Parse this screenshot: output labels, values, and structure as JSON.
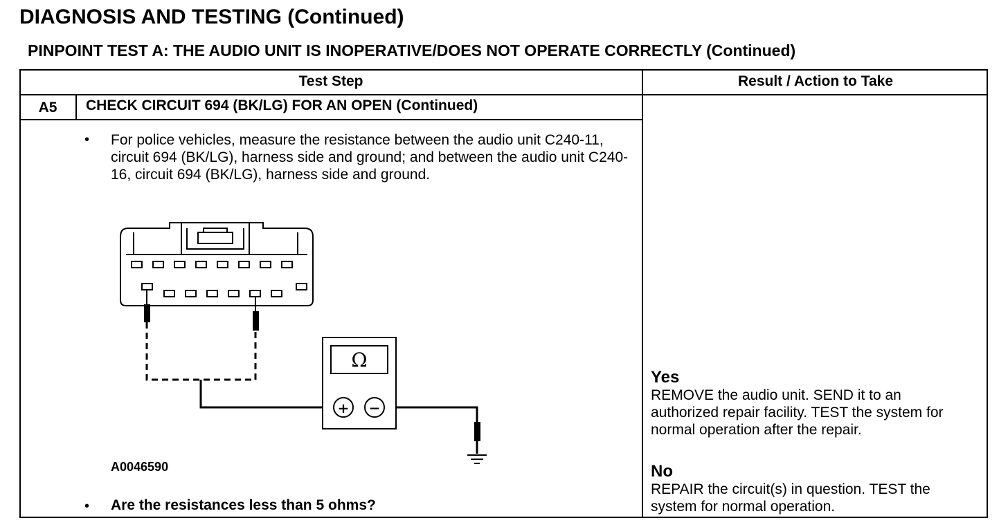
{
  "page": {
    "title": "DIAGNOSIS AND TESTING (Continued)",
    "subtitle": "PINPOINT TEST A: THE AUDIO UNIT IS INOPERATIVE/DOES NOT OPERATE CORRECTLY (Continued)"
  },
  "table": {
    "header_test_step": "Test Step",
    "header_result": "Result / Action to Take"
  },
  "step": {
    "id": "A5",
    "title": "CHECK CIRCUIT 694 (BK/LG) FOR AN OPEN (Continued)",
    "bullet_char": "•",
    "instruction": "For police vehicles, measure the resistance between the audio unit C240-11, circuit 694 (BK/LG), harness side and ground; and between the audio unit C240-16, circuit 694 (BK/LG), harness side and ground.",
    "figure_id": "A0046590",
    "question": "Are the resistances less than 5 ohms?"
  },
  "diagram": {
    "meter_symbol": "Ω",
    "plus_symbol": "+",
    "minus_symbol": "−"
  },
  "results": {
    "yes_label": "Yes",
    "yes_action": "REMOVE the audio unit. SEND it to an authorized repair facility. TEST the system for normal operation after the repair.",
    "no_label": "No",
    "no_action": "REPAIR the circuit(s) in question. TEST the system for normal operation."
  }
}
